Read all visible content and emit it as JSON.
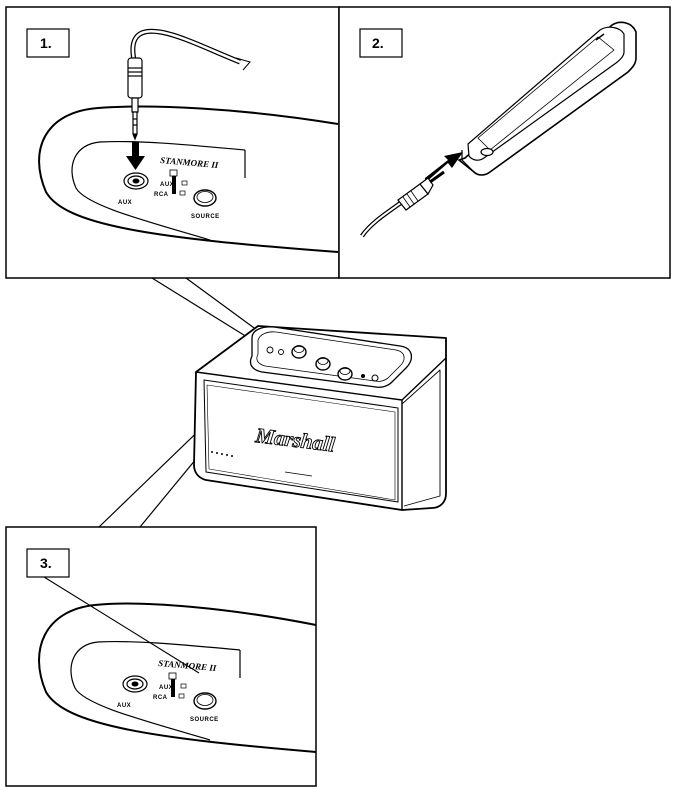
{
  "panels": {
    "step1": {
      "label": "1."
    },
    "step2": {
      "label": "2."
    },
    "step3": {
      "label": "3."
    }
  },
  "device": {
    "model_name": "STANMORE II",
    "aux_label": "AUX",
    "source_label": "SOURCE",
    "input_aux": "AUX",
    "input_rca": "RCA",
    "brand": "Marshall"
  },
  "colors": {
    "line": "#000000",
    "background": "#ffffff"
  }
}
